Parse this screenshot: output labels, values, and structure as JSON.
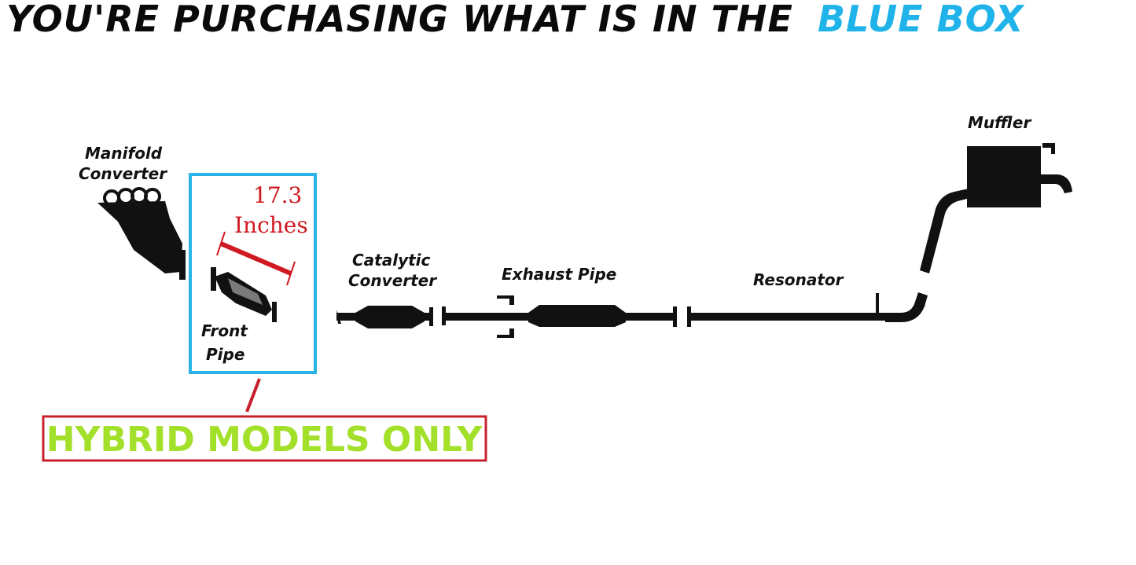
{
  "header": {
    "text_main": "YOU'RE PURCHASING WHAT IS IN THE",
    "text_highlight": "BLUE BOX"
  },
  "labels": {
    "manifold_line1": "Manifold",
    "manifold_line2": "Converter",
    "front_pipe_line1": "Front",
    "front_pipe_line2": "Pipe",
    "catalytic_line1": "Catalytic",
    "catalytic_line2": "Converter",
    "exhaust_pipe": "Exhaust Pipe",
    "resonator": "Resonator",
    "muffler": "Muffler"
  },
  "measurement": {
    "value": "17.3",
    "unit": "Inches"
  },
  "note": {
    "text": "HYBRID MODELS ONLY"
  },
  "colors": {
    "text_dark": "#0a0a0a",
    "highlight_blue": "#1fb3ea",
    "box_blue": "#29b3e6",
    "measure_red": "#d01a22",
    "note_border_red": "#c8202c",
    "note_text_green": "#a3e02a",
    "part_black": "#111111"
  }
}
